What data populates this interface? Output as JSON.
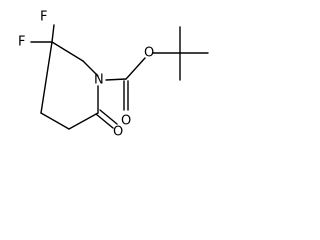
{
  "molecule": {
    "atoms": {
      "f_upper": "F",
      "f_lower": "F",
      "nitrogen": "N",
      "carbonyl_oxygen_ring": "O",
      "ester_oxygen": "O",
      "carbonyl_oxygen_ester": "O"
    }
  }
}
